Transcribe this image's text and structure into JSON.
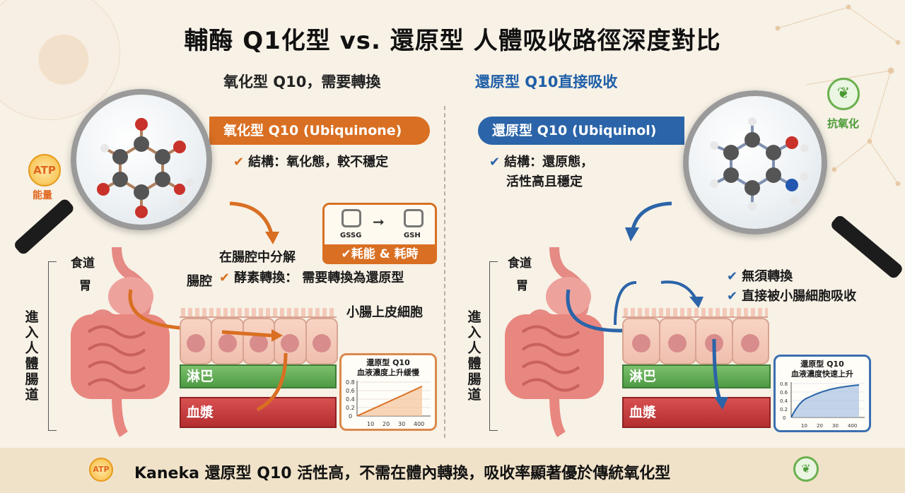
{
  "title": "輔酶 Q1化型 vs. 還原型 人體吸收路徑深度對比",
  "left": {
    "subtitle": "氧化型 Q10，需要轉換",
    "pill": "氧化型 Q10 (Ubiquinone)",
    "structure": "結構：氧化態，較不穩定",
    "badge_atp": {
      "icon": "ATP",
      "label": "能量"
    },
    "conversion_box": {
      "from": "GSSG",
      "to": "GSH",
      "note": "耗能 & 耗時"
    },
    "decompose": "在腸腔中分解",
    "lumen": "腸腔",
    "enzyme": "酵素轉換： 需要轉換為還原型",
    "epithelium": "小腸上皮細胞",
    "anatomy": {
      "esophagus": "食道",
      "stomach": "胃",
      "vertical": "進入人體腸道"
    },
    "lymph": "淋巴",
    "plasma": "血漿",
    "chart": {
      "title_line1": "還原型 Q10",
      "title_line2": "血液濃度上升緩慢"
    }
  },
  "right": {
    "subtitle": "還原型 Q10直接吸收",
    "pill": "還原型 Q10 (Ubiquinol)",
    "structure_line1": "結構：還原態，",
    "structure_line2": "活性高且穩定",
    "badge_leaf": {
      "label": "抗氧化"
    },
    "bullets": [
      "無須轉換",
      "直接被小腸細胞吸收"
    ],
    "anatomy": {
      "esophagus": "食道",
      "stomach": "胃",
      "vertical": "進入人體腸道"
    },
    "lymph": "淋巴",
    "plasma": "血漿",
    "chart": {
      "title_line1": "還原型 Q10",
      "title_line2": "血液濃度快速上升"
    }
  },
  "footer": {
    "atp_icon": "ATP",
    "text": "Kaneka 還原型 Q10 活性高，不需在體內轉換，吸收率顯著優於傳統氧化型"
  },
  "colors": {
    "oxidized": "#d96f22",
    "reduced": "#2b64a8",
    "antioxidant": "#4a9a34",
    "background": "#f7f1e6"
  },
  "chart_data": [
    {
      "type": "area",
      "title": "還原型 Q10 血液濃度上升緩慢",
      "x": [
        "0",
        "10",
        "20",
        "30",
        "400"
      ],
      "values": [
        0,
        0.17,
        0.33,
        0.5,
        0.7
      ],
      "yticks": [
        "0",
        "0.2",
        "0.4",
        "0.6",
        "0.8"
      ],
      "ylim": [
        0,
        0.8
      ],
      "xlabel": "",
      "ylabel": "",
      "grid": true
    },
    {
      "type": "area",
      "title": "還原型 Q10 血液濃度快速上升",
      "x": [
        "0",
        "10",
        "20",
        "30",
        "400"
      ],
      "values": [
        0,
        0.47,
        0.62,
        0.7,
        0.75
      ],
      "yticks": [
        "0",
        "0.2",
        "0.4",
        "0.6",
        "0.8"
      ],
      "ylim": [
        0,
        0.8
      ],
      "xlabel": "",
      "ylabel": "",
      "grid": true
    }
  ]
}
